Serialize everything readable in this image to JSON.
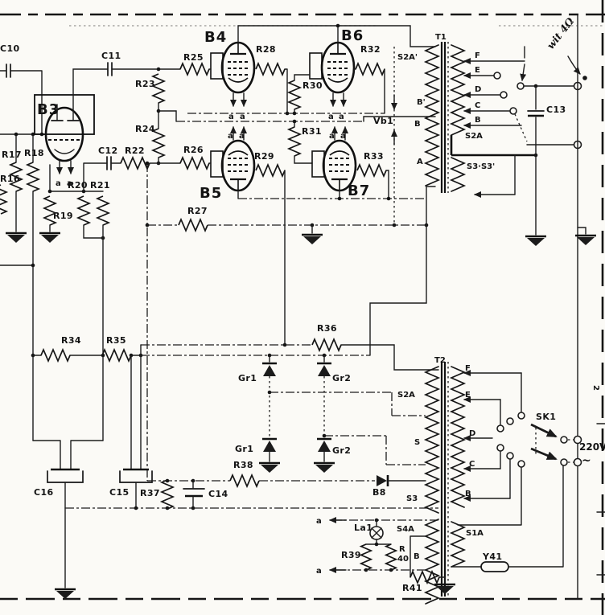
{
  "components": {
    "c10": "C10",
    "c11": "C11",
    "c12": "C12",
    "c13": "C13",
    "c14": "C14",
    "c15": "C15",
    "c16": "C16",
    "r16": "R16",
    "r17": "R17",
    "r18": "R18",
    "r19": "R19",
    "r20": "R20",
    "r21": "R21",
    "r22": "R22",
    "r23": "R23",
    "r24": "R24",
    "r25": "R25",
    "r26": "R26",
    "r27": "R27",
    "r28": "R28",
    "r29": "R29",
    "r30": "R30",
    "r31": "R31",
    "r32": "R32",
    "r33": "R33",
    "r34": "R34",
    "r35": "R35",
    "r36": "R36",
    "r37": "R37",
    "r38": "R38",
    "r39": "R39",
    "r40_line1": "R",
    "r40_line2": "40",
    "r41": "R41",
    "b8": "B8",
    "la1": "La1",
    "y41": "Y41",
    "sk1": "SK1"
  },
  "tubes": {
    "b3": "B3",
    "b4": "B4",
    "b5": "B5",
    "b6": "B6",
    "b7": "B7"
  },
  "diodes": {
    "gr1": "Gr1",
    "gr2": "Gr2"
  },
  "transformer_t1": {
    "name": "T1",
    "primary_top": "S2A'",
    "primary_b_prime": "B'",
    "primary_b": "B",
    "primary_a": "A",
    "secondary_label": "S2A",
    "tertiary_label": "S3·S3'",
    "taps": [
      "F",
      "E",
      "D",
      "C",
      "B"
    ]
  },
  "transformer_t2": {
    "name": "T2",
    "windings_left": [
      "S2A",
      "S",
      "S3",
      "S4A",
      "B"
    ],
    "winding_s1a": "S1A",
    "taps": [
      "F",
      "E",
      "D",
      "C",
      "B"
    ]
  },
  "power": {
    "mains_voltage": "220V",
    "ac_symbol": "~"
  },
  "measurements": {
    "vb1": "Vb1"
  },
  "pins": {
    "heater": "a"
  },
  "annotations": {
    "handwritten_note": "wit 4Ω",
    "page_marker": "2"
  }
}
